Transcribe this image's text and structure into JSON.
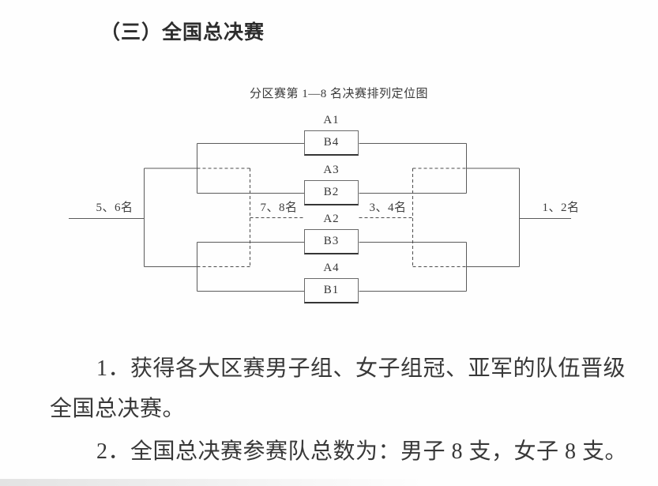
{
  "document": {
    "heading": "（三）全国总决赛",
    "diagram": {
      "caption": "分区赛第 1—8 名决赛排列定位图",
      "matches": [
        {
          "top_team": "A1",
          "bottom_team": "B4"
        },
        {
          "top_team": "A3",
          "bottom_team": "B2"
        },
        {
          "top_team": "A2",
          "bottom_team": "B3"
        },
        {
          "top_team": "A4",
          "bottom_team": "B1"
        }
      ],
      "placement_labels": {
        "places_5_6": "5、6名",
        "places_7_8": "7、8名",
        "places_3_4": "3、4名",
        "places_1_2": "1、2名"
      }
    },
    "paragraphs": [
      {
        "lines": [
          "1．获得各大区赛男子组、女子组冠、亚军的队伍晋级",
          "全国总决赛。"
        ]
      },
      {
        "lines": [
          "2．全国总决赛参赛队总数为：男子 8 支，女子 8 支。"
        ]
      }
    ]
  }
}
